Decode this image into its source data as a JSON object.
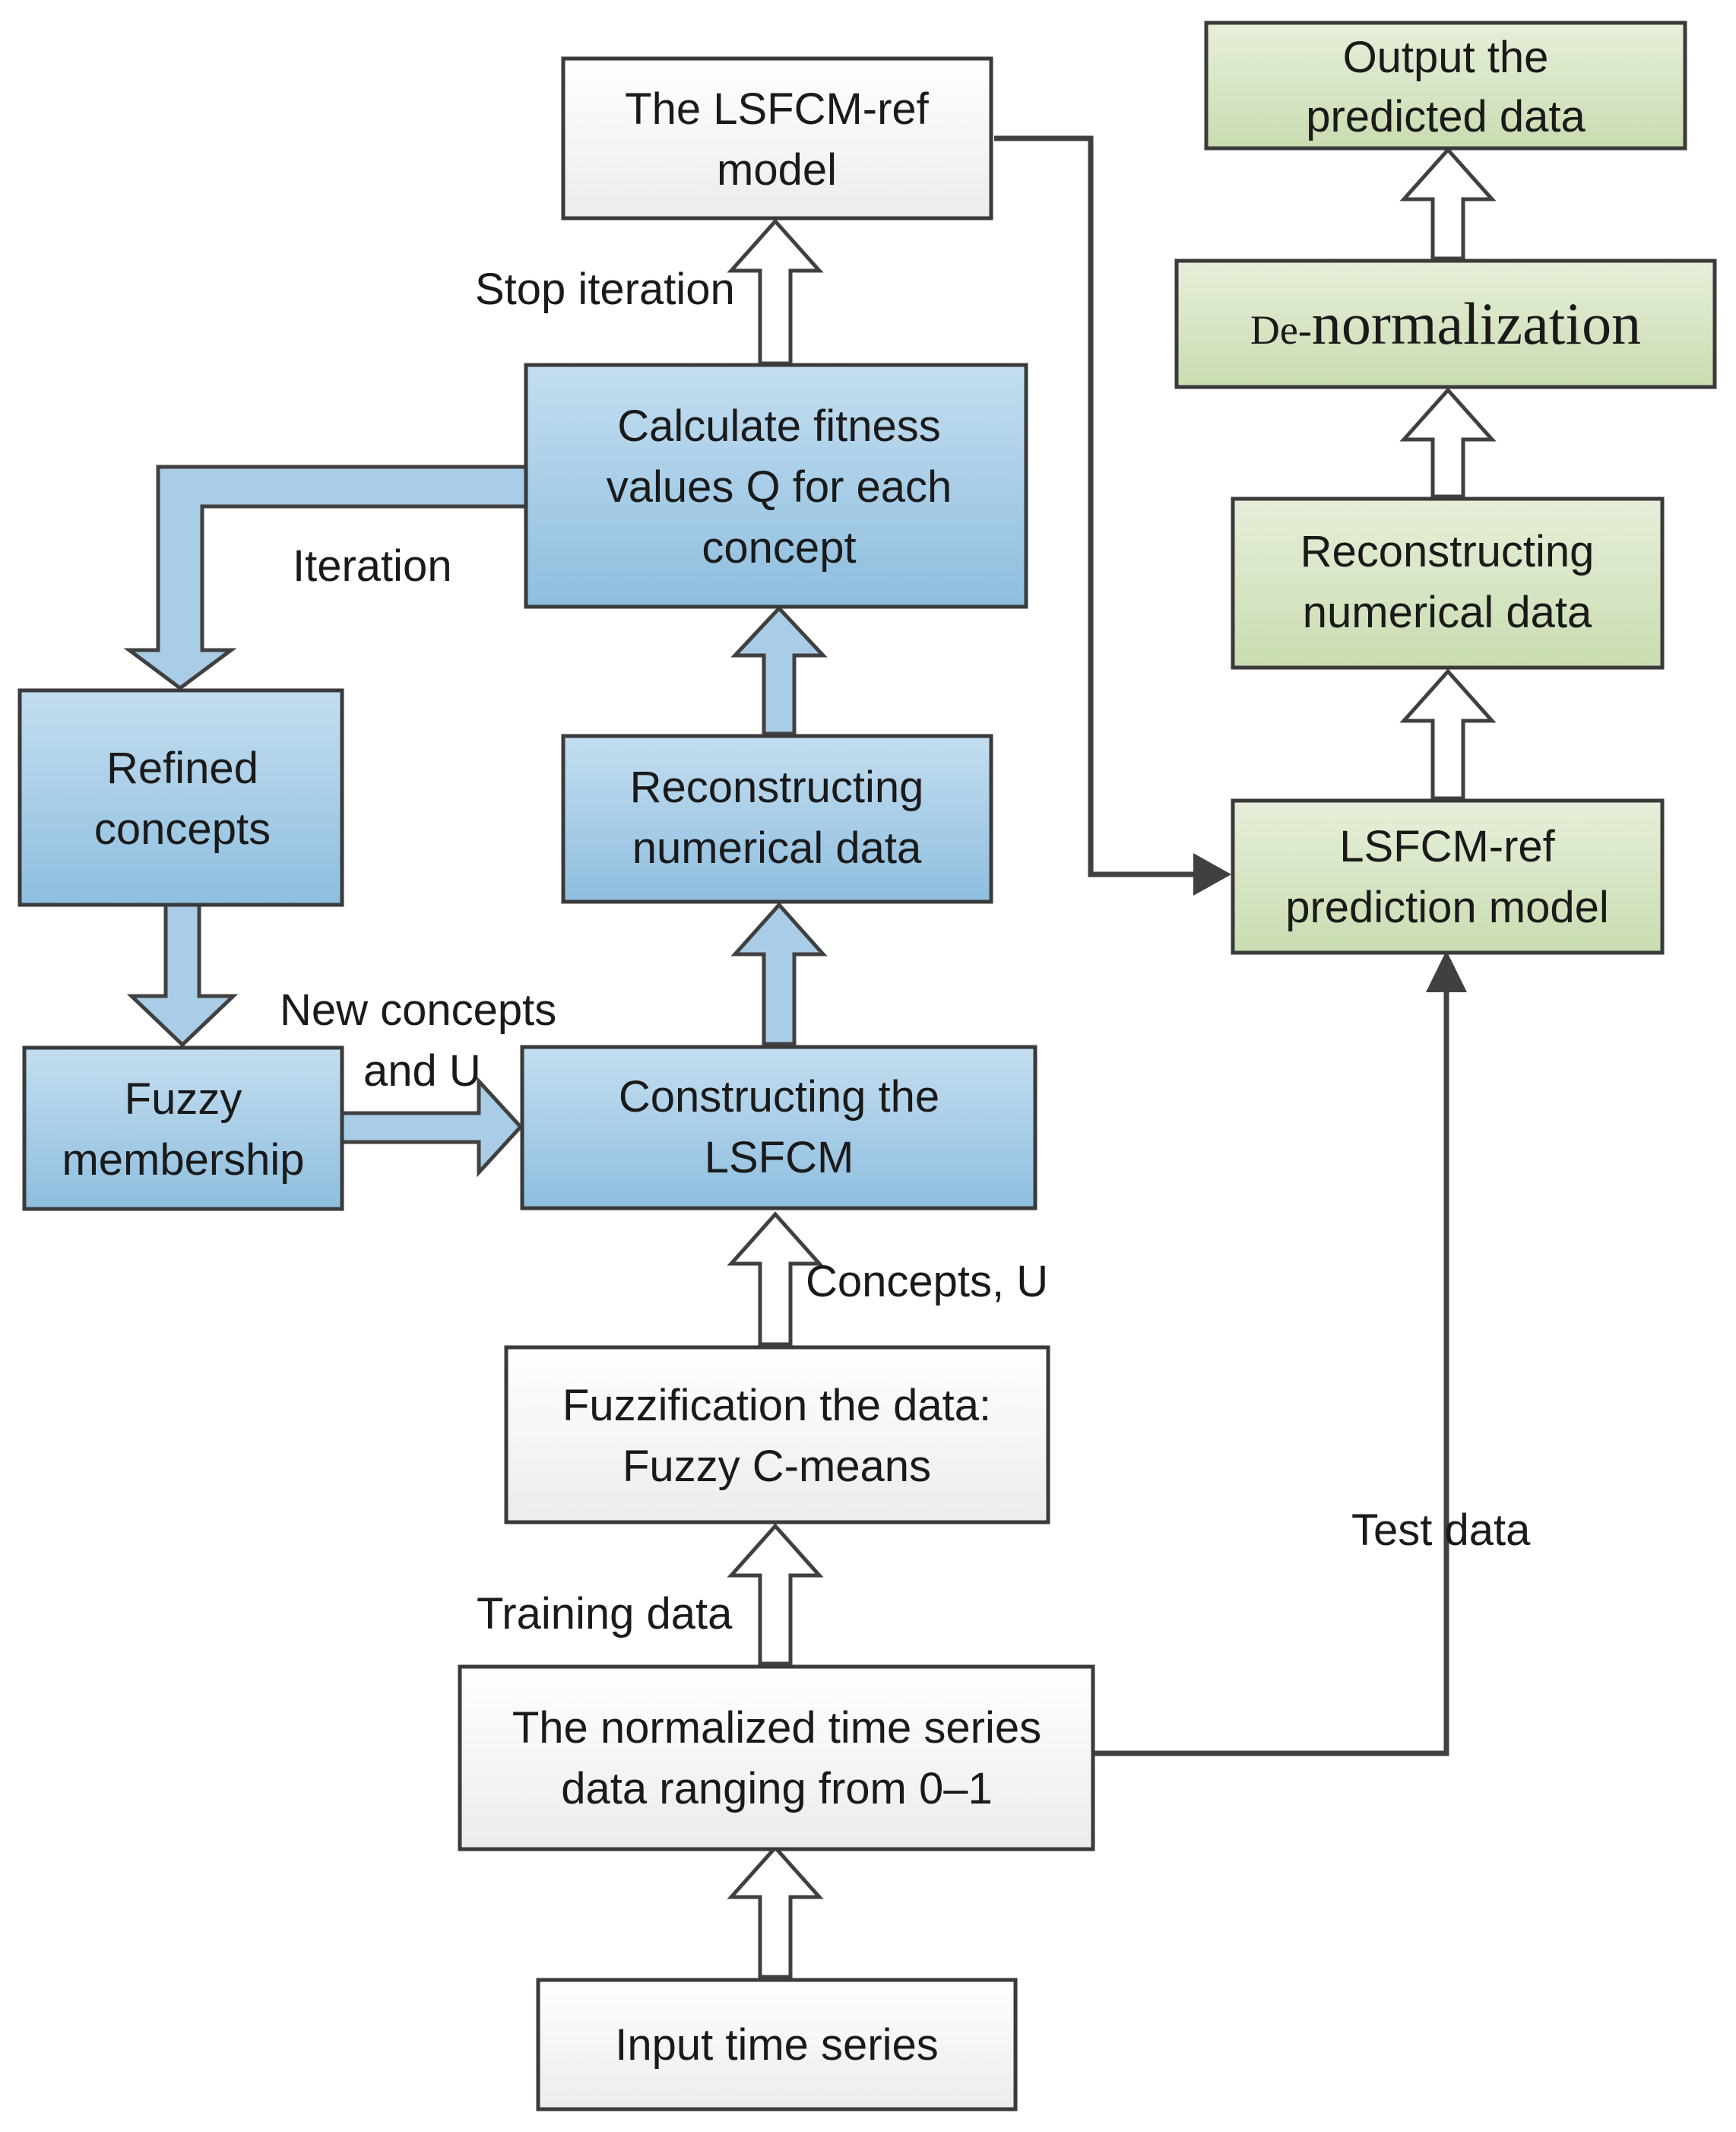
{
  "boxes": {
    "input_series": "Input time series",
    "normalized_line1": "The normalized time series",
    "normalized_line2": "data ranging from 0–1",
    "fuzzification_line1": "Fuzzification the data:",
    "fuzzification_line2": "Fuzzy C-means",
    "constructing_line1": "Constructing the",
    "constructing_line2": "LSFCM",
    "reconstructing_left_line1": "Reconstructing",
    "reconstructing_left_line2": "numerical data",
    "fitness_line1": "Calculate fitness",
    "fitness_line2": "values Q for each",
    "fitness_line3": "concept",
    "model_line1": "The  LSFCM-ref",
    "model_line2": "model",
    "refined_line1": "Refined",
    "refined_line2": "concepts",
    "fuzzy_membership_line1": "Fuzzy",
    "fuzzy_membership_line2": "membership",
    "prediction_line1": "LSFCM-ref",
    "prediction_line2": "prediction model",
    "reconstructing_right_line1": "Reconstructing",
    "reconstructing_right_line2": "numerical data",
    "denorm_prefix": "De-",
    "denorm_main": "normalization",
    "output_line1": "Output the",
    "output_line2": "predicted data"
  },
  "labels": {
    "training_data": "Training data",
    "concepts_u": "Concepts, U",
    "new_concepts_line1": "New concepts",
    "new_concepts_line2": "and U",
    "iteration": "Iteration",
    "stop_iteration": "Stop iteration",
    "test_data": "Test data"
  },
  "colors": {
    "white_box_fill": "#f4f4f4",
    "blue_box_fill": "#a9cde6",
    "green_box_fill": "#d6e4c2",
    "line": "#404040"
  }
}
